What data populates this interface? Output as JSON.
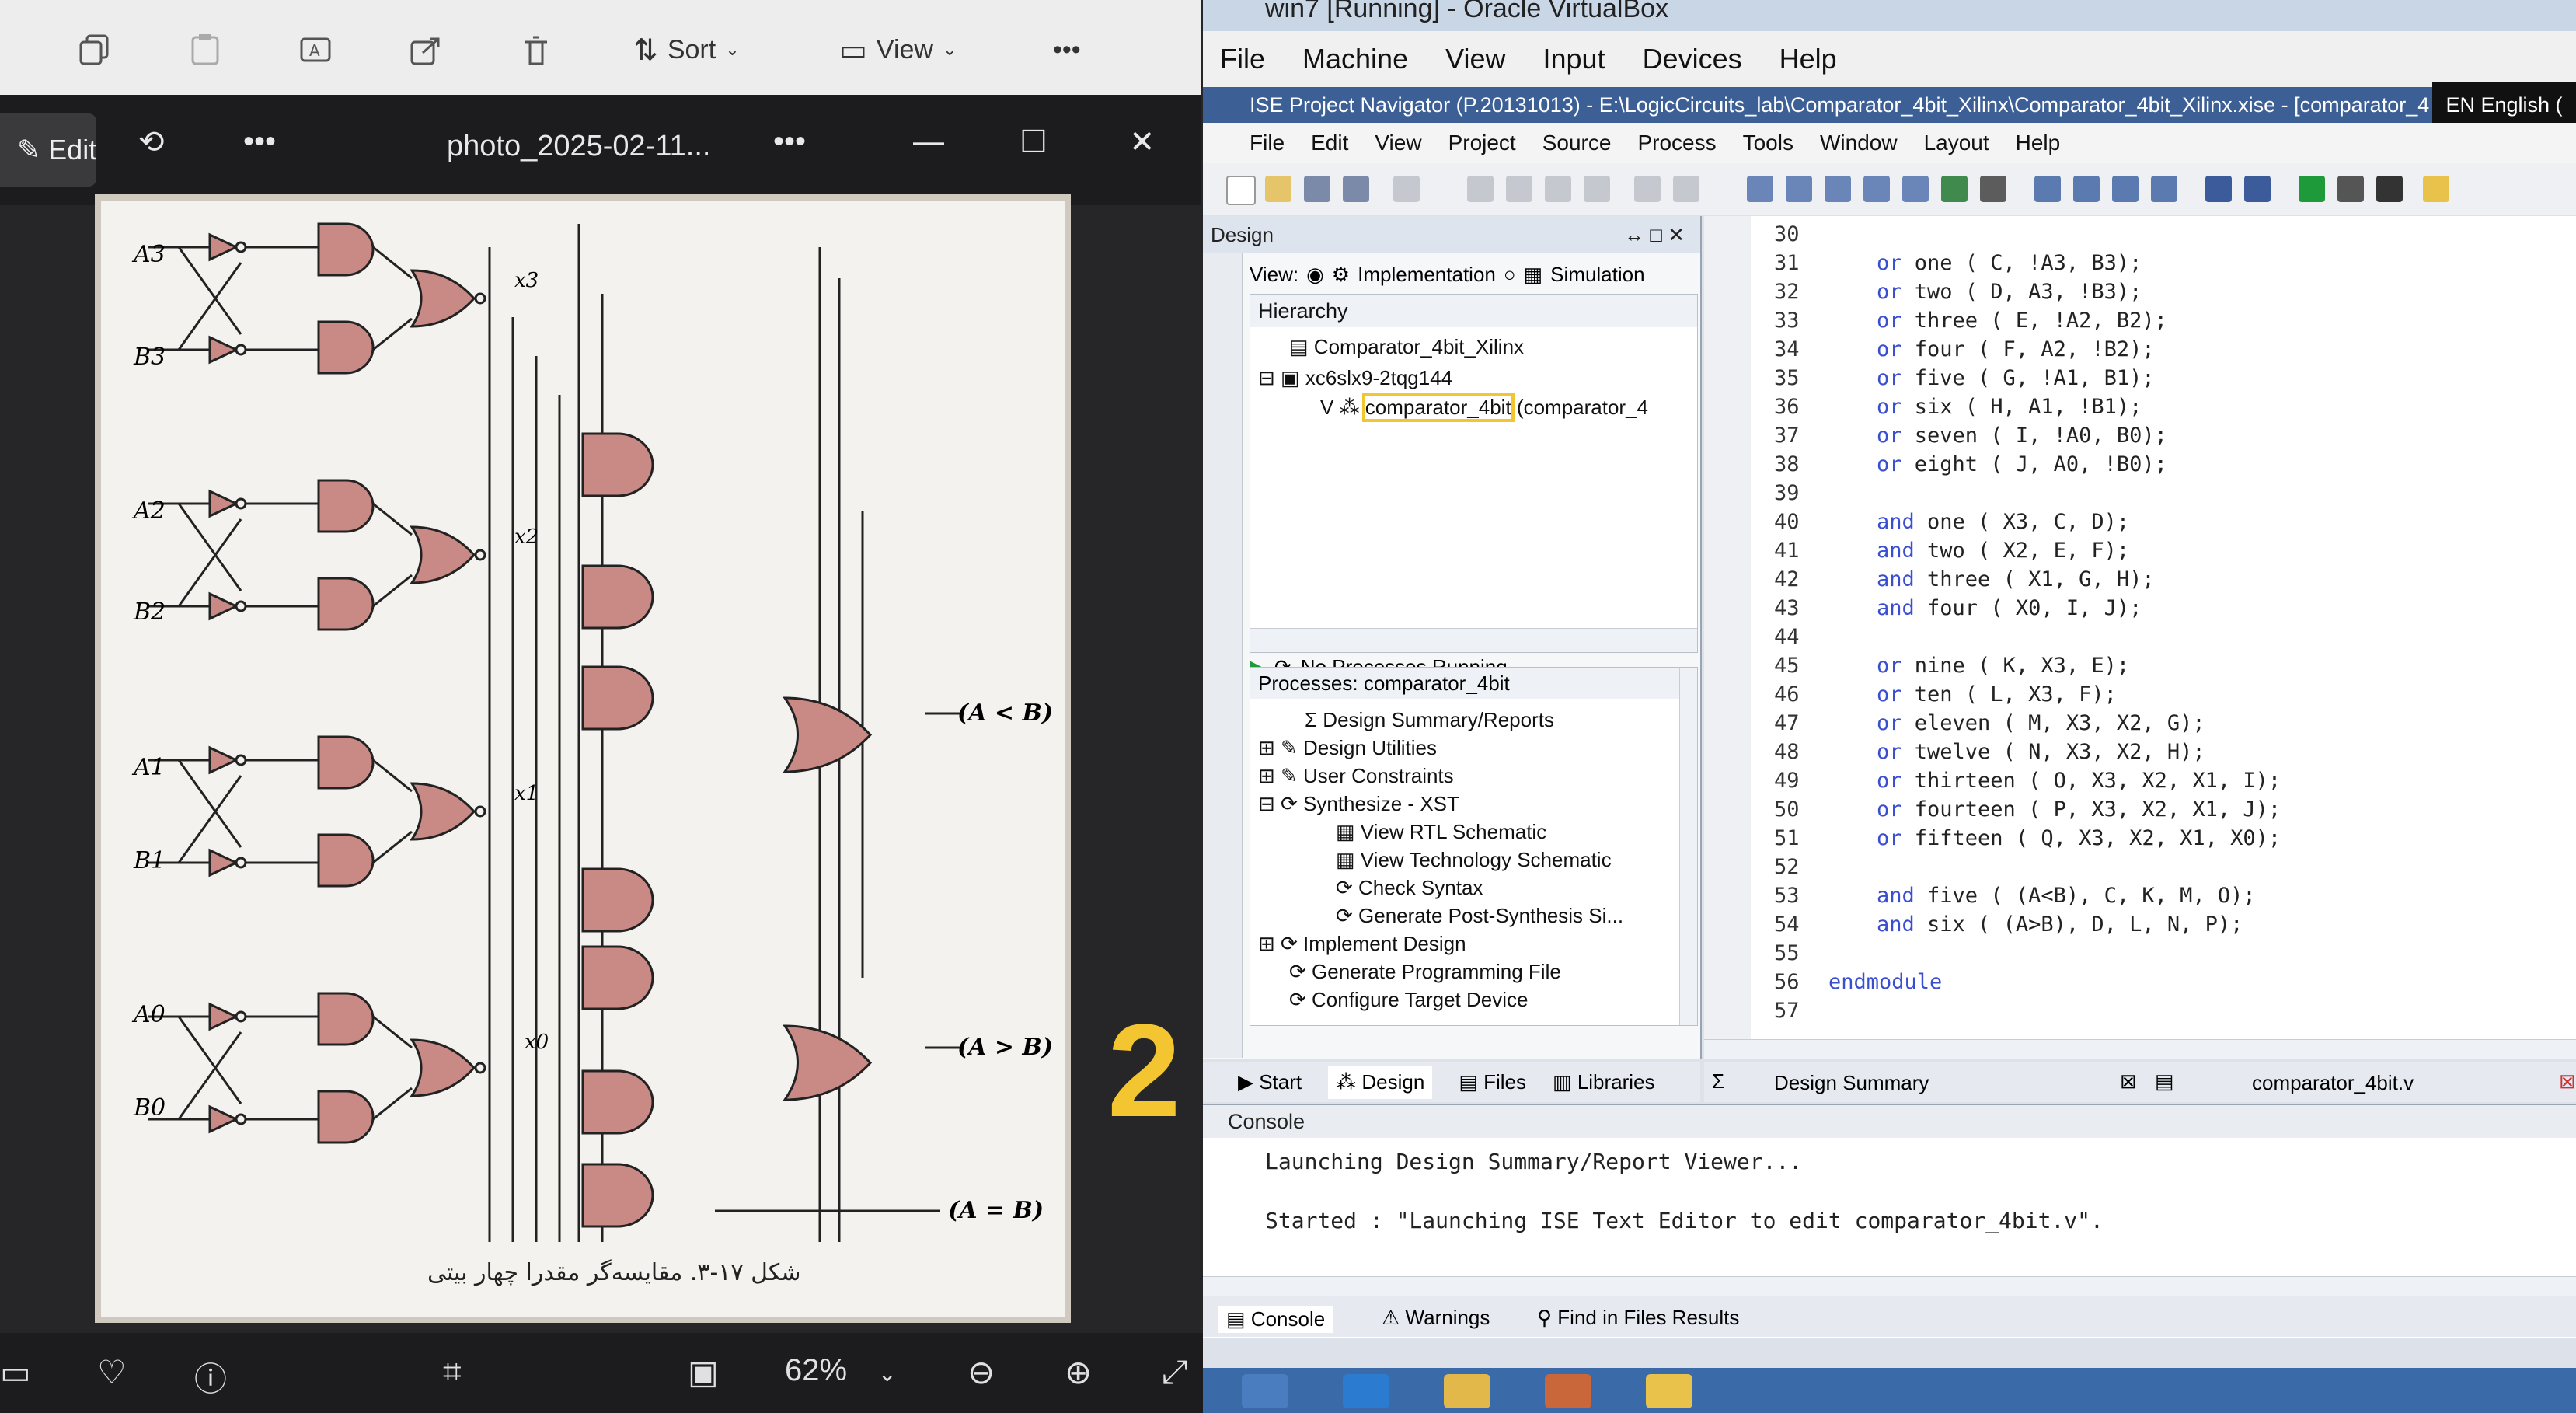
{
  "photo_viewer": {
    "toolbar": {
      "sort_label": "Sort",
      "view_label": "View",
      "more": "•••"
    },
    "edit_label": "Edit",
    "file_title": "photo_2025-02-11...",
    "zoom": "62%",
    "overlay_number": "2"
  },
  "circuit": {
    "inputs": [
      "A3",
      "B3",
      "A2",
      "B2",
      "A1",
      "B1",
      "A0",
      "B0"
    ],
    "xnor_outputs": [
      "x3",
      "x2",
      "x1",
      "x0"
    ],
    "outputs": [
      "(A < B)",
      "(A > B)",
      "(A = B)"
    ],
    "caption": "شکل ۱۷-۳. مقایسه‌گر مقدرا چهار بیتی"
  },
  "virtualbox": {
    "title": "win7 [Running] - Oracle VirtualBox",
    "menu": [
      "File",
      "Machine",
      "View",
      "Input",
      "Devices",
      "Help"
    ]
  },
  "ise": {
    "title": "ISE Project Navigator (P.20131013) - E:\\LogicCircuits_lab\\Comparator_4bit_Xilinx\\Comparator_4bit_Xilinx.xise - [comparator_4",
    "lang": "EN English (",
    "menu": [
      "File",
      "Edit",
      "View",
      "Project",
      "Source",
      "Process",
      "Tools",
      "Window",
      "Layout",
      "Help"
    ],
    "design_panel": {
      "title": "Design",
      "view_label": "View:",
      "impl": "Implementation",
      "sim": "Simulation",
      "hierarchy_title": "Hierarchy",
      "items": [
        "Comparator_4bit_Xilinx",
        "xc6slx9-2tqg144",
        "comparator_4bit",
        "(comparator_4"
      ],
      "no_processes": "No Processes Running",
      "processes_title": "Processes: comparator_4bit",
      "processes": [
        "Design Summary/Reports",
        "Design Utilities",
        "User Constraints",
        "Synthesize - XST",
        "View RTL Schematic",
        "View Technology Schematic",
        "Check Syntax",
        "Generate Post-Synthesis Si...",
        "Implement Design",
        "Generate Programming File",
        "Configure Target Device"
      ],
      "tabs": [
        "Start",
        "Design",
        "Files",
        "Libraries"
      ]
    },
    "editor": {
      "line_numbers": [
        "30",
        "31",
        "32",
        "33",
        "34",
        "35",
        "36",
        "37",
        "38",
        "39",
        "40",
        "41",
        "42",
        "43",
        "44",
        "45",
        "46",
        "47",
        "48",
        "49",
        "50",
        "51",
        "52",
        "53",
        "54",
        "55",
        "56",
        "57"
      ],
      "lines": [
        {
          "kw": "",
          "rest": ""
        },
        {
          "kw": "or",
          "rest": " one ( C, !A3, B3);"
        },
        {
          "kw": "or",
          "rest": " two ( D, A3, !B3);"
        },
        {
          "kw": "or",
          "rest": " three ( E, !A2, B2);"
        },
        {
          "kw": "or",
          "rest": " four ( F, A2, !B2);"
        },
        {
          "kw": "or",
          "rest": " five ( G, !A1, B1);"
        },
        {
          "kw": "or",
          "rest": " six ( H, A1, !B1);"
        },
        {
          "kw": "or",
          "rest": " seven ( I, !A0, B0);"
        },
        {
          "kw": "or",
          "rest": " eight ( J, A0, !B0);"
        },
        {
          "kw": "",
          "rest": ""
        },
        {
          "kw": "and",
          "rest": " one ( X3, C, D);"
        },
        {
          "kw": "and",
          "rest": " two ( X2, E, F);"
        },
        {
          "kw": "and",
          "rest": " three ( X1, G, H);"
        },
        {
          "kw": "and",
          "rest": " four ( X0, I, J);"
        },
        {
          "kw": "",
          "rest": ""
        },
        {
          "kw": "or",
          "rest": " nine ( K, X3, E);"
        },
        {
          "kw": "or",
          "rest": " ten ( L, X3, F);"
        },
        {
          "kw": "or",
          "rest": " eleven ( M, X3, X2, G);"
        },
        {
          "kw": "or",
          "rest": " twelve ( N, X3, X2, H);"
        },
        {
          "kw": "or",
          "rest": " thirteen ( O, X3, X2, X1, I);"
        },
        {
          "kw": "or",
          "rest": " fourteen ( P, X3, X2, X1, J);"
        },
        {
          "kw": "or",
          "rest": " fifteen ( Q, X3, X2, X1, X0);"
        },
        {
          "kw": "",
          "rest": ""
        },
        {
          "kw": "and",
          "rest": " five ( (A<B), C, K, M, O);"
        },
        {
          "kw": "and",
          "rest": " six ( (A>B), D, L, N, P);"
        },
        {
          "kw": "",
          "rest": ""
        },
        {
          "kw": "endmodule",
          "rest": ""
        },
        {
          "kw": "",
          "rest": ""
        }
      ],
      "tab_summary": "Design Summary",
      "tab_file": "comparator_4bit.v"
    },
    "console": {
      "title": "Console",
      "line1": "Launching Design Summary/Report Viewer...",
      "line2": "Started : \"Launching ISE Text Editor to edit comparator_4bit.v\".",
      "tabs": [
        "Console",
        "Warnings",
        "Find in Files Results"
      ]
    }
  }
}
